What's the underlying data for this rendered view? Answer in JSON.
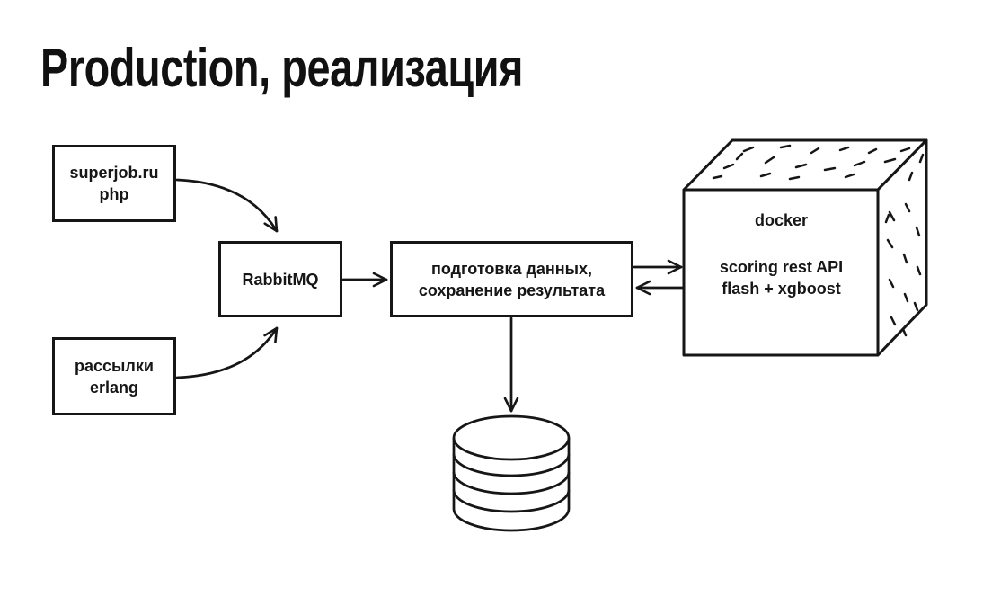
{
  "title": "Production, реализация",
  "colors": {
    "background": "#ffffff",
    "stroke": "#161616",
    "text": "#161616"
  },
  "nodes": {
    "superjob": {
      "line1": "superjob.ru",
      "line2": "php"
    },
    "rabbitmq": {
      "label": "RabbitMQ"
    },
    "mailing": {
      "line1": "рассылки",
      "line2": "erlang"
    },
    "processing": {
      "line1": "подготовка данных,",
      "line2": "сохранение результата"
    },
    "docker": {
      "title": "docker",
      "line1": "scoring rest API",
      "line2": "flash + xgboost"
    },
    "database": {
      "shape": "cylinder-stack"
    }
  },
  "edges": [
    {
      "from": "superjob",
      "to": "rabbitmq",
      "shape": "curved",
      "direction": "one-way"
    },
    {
      "from": "mailing",
      "to": "rabbitmq",
      "shape": "curved",
      "direction": "one-way"
    },
    {
      "from": "rabbitmq",
      "to": "processing",
      "shape": "straight",
      "direction": "one-way"
    },
    {
      "from": "processing",
      "to": "docker",
      "shape": "straight",
      "direction": "one-way"
    },
    {
      "from": "docker",
      "to": "processing",
      "shape": "straight",
      "direction": "one-way"
    },
    {
      "from": "processing",
      "to": "database",
      "shape": "straight",
      "direction": "one-way"
    }
  ]
}
